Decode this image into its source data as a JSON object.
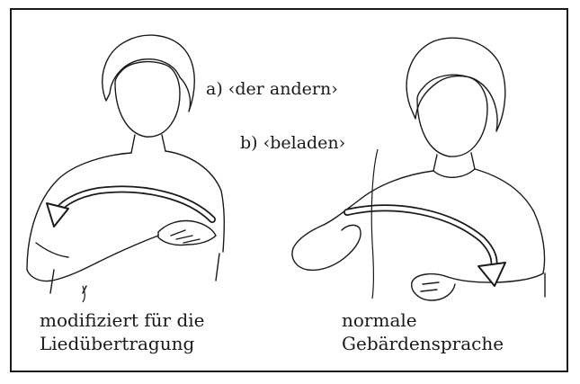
{
  "labels": {
    "a": "a)  ‹der andern›",
    "b": "b)  ‹beladen›"
  },
  "captions": {
    "left_line1": "modifiziert für die",
    "left_line2": "Liedübertragung",
    "right_line1": "normale",
    "right_line2": "Gebärdensprache"
  },
  "figures": {
    "left": "signer-modified-sign",
    "right": "signer-normal-sign"
  },
  "colors": {
    "ink": "#1a1a1a",
    "paper": "#ffffff"
  }
}
